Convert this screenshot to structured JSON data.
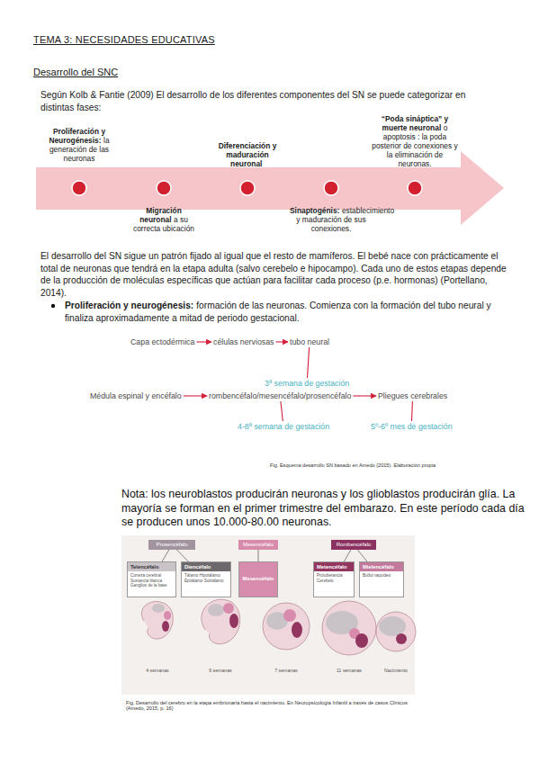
{
  "diagram": {
    "title": "TEMA 3: NECESIDADES EDUCATIVAS",
    "caption": "Fig. Desarrollo del cerebro en la etapa embrionaria hasta el nacimiento. En Neuropsicología Infantil a través de casos Clínicos (Amedo, 2015, p. 16)",
    "nodes": [
      {
        "text": [
          "Proliferación y Neurogénesis:",
          "la generación de las neuronas"
        ]
      },
      {
        "text": [
          "Migración neuronal",
          "a su correcta ubicación"
        ]
      },
      {
        "text": [
          "Diferenciación y maduración neuronal"
        ]
      },
      {
        "text": [
          "Sinaptogénis:",
          "establecimiento y maduración de sus conexiones."
        ]
      },
      {
        "text": [
          "“Poda sináptica” y muerte neuronal",
          "o apoptosis : la poda posterior de conexiones y la eliminación de neuronas."
        ]
      },
      {
        "text": [
          "Capa ectodérmica"
        ]
      },
      {
        "text": [
          "células nerviosas"
        ]
      },
      {
        "text": [
          "tubo neural"
        ]
      },
      {
        "text": [
          "3ª semana de gestación"
        ]
      },
      {
        "text": [
          "Médula espinal y encéfalo"
        ]
      },
      {
        "text": [
          "rombencéfalo/mesencéfalo/prosencéfalo"
        ]
      },
      {
        "text": [
          "Pliegues cerebrales"
        ]
      },
      {
        "text": [
          "4-8ª semana de gestación"
        ]
      },
      {
        "text": [
          "5º-6º mes de gestación"
        ]
      },
      {
        "text": [
          "Prosencéfalo"
        ]
      },
      {
        "text": [
          "Mesencéfalo"
        ]
      },
      {
        "text": [
          "Rombencéfalo"
        ]
      },
      {
        "text": [
          "Telencéfalo",
          "Corteza cerebral Sustancia blanca Ganglios de la base"
        ]
      },
      {
        "text": [
          "Diencéfalo",
          "Tálamo Hipotálamo Epitálamo Subtálamo"
        ]
      },
      {
        "text": [
          "Mesencéfalo"
        ]
      },
      {
        "text": [
          "Metencéfalo",
          "Protuberancia Cerebelo"
        ]
      },
      {
        "text": [
          "Mielencéfalo",
          "Bulbo raquídeo"
        ]
      }
    ],
    "edges": [
      {
        "from": 5,
        "to": 6,
        "arrow": "to"
      },
      {
        "from": 6,
        "to": 7,
        "arrow": "to"
      },
      {
        "from": 7,
        "to": 8,
        "arrow": "none"
      },
      {
        "from": 9,
        "to": 10,
        "arrow": "to"
      },
      {
        "from": 10,
        "to": 11,
        "arrow": "to"
      },
      {
        "from": 10,
        "to": 12,
        "arrow": "none"
      },
      {
        "from": 11,
        "to": 13,
        "arrow": "none"
      },
      {
        "from": 14,
        "to": 17,
        "arrow": "none"
      },
      {
        "from": 14,
        "to": 18,
        "arrow": "none"
      },
      {
        "from": 15,
        "to": 19,
        "arrow": "none"
      },
      {
        "from": 16,
        "to": 20,
        "arrow": "none"
      },
      {
        "from": 16,
        "to": 21,
        "arrow": "none"
      }
    ],
    "labels": [
      "Desarrollo del SNC",
      "Según Kolb & Fantie (2009) El desarrollo de los diferentes componentes del SN se puede categorizar en distintas fases:",
      "El desarrollo del SN sigue un patrón fijado al igual que el resto de mamíferos. El bebé nace con prácticamente el total de neuronas que tendrá en la etapa adulta (salvo cerebelo e hipocampo). Cada uno de estos etapas depende de la producción de moléculas específicas que actúan para facilitar cada proceso (p.e. hormonas) (Portellano, 2014).",
      "Proliferación y neurogénesis:",
      "formación de las neuronas. Comienza con la formación del tubo neural y finaliza aproximadamente a mitad de periodo gestacional.",
      "Fig. Esquema desarrollo SN basado en Amedo (2015). Elaboración propia",
      "Nota: los neuroblastos producirán neuronas y los glioblastos producirán glía. La mayoría se forman en el primer trimestre del embarazo. En este período cada día se producen unos 10.000-80.00 neuronas.",
      "4 semanas",
      "6 semanas",
      "7 semanas",
      "11 semanas",
      "Nacimiento"
    ]
  }
}
